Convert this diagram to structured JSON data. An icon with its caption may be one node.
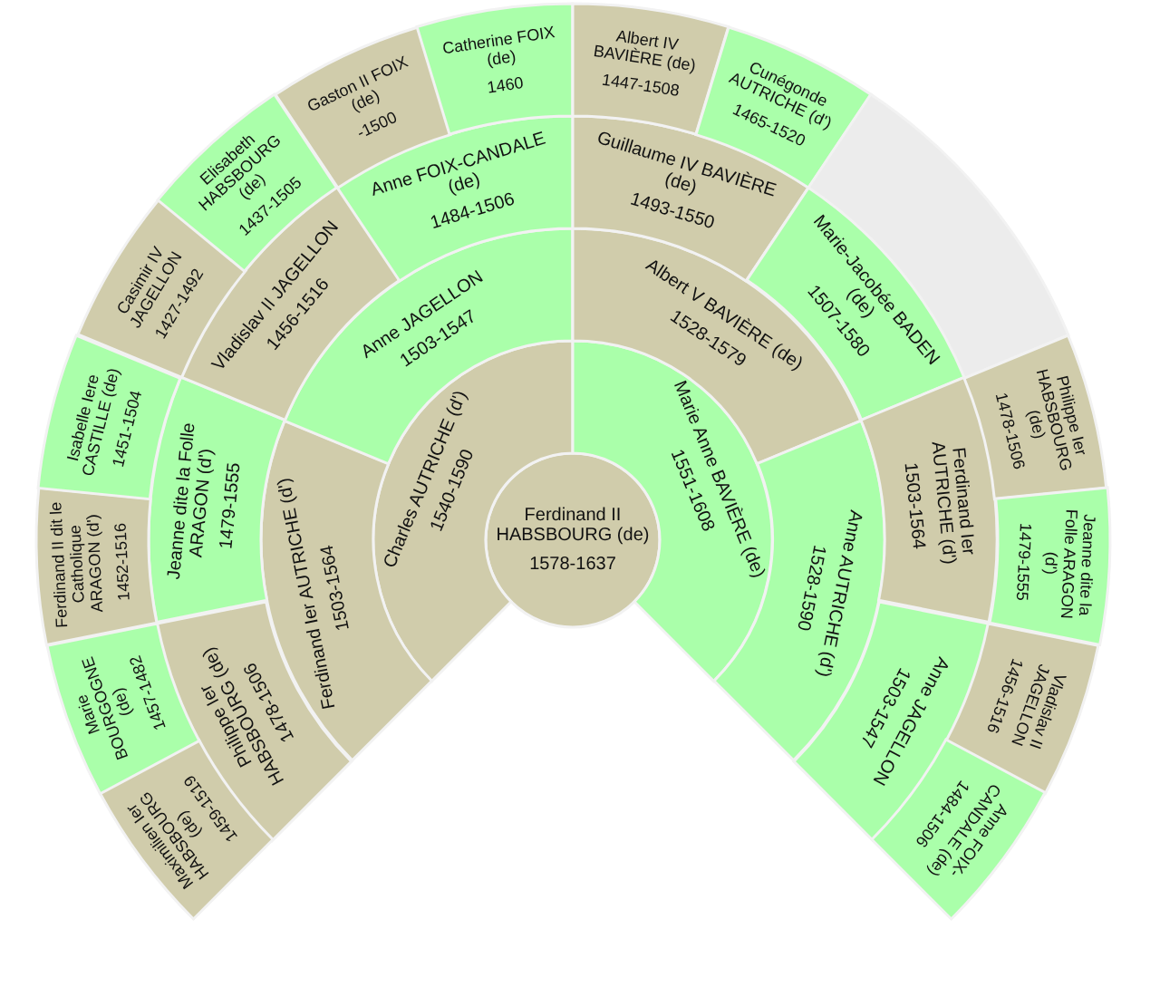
{
  "diagram": {
    "nodes": [
      {
        "text": [
          "Ferdinand II HABSBOURG (de)",
          "1578-1637"
        ]
      },
      {
        "text": [
          "Charles AUTRICHE (d')",
          "1540-1590"
        ]
      },
      {
        "text": [
          "Marie Anne BAVIÈRE (de)",
          "1551-1608"
        ]
      },
      {
        "text": [
          "Ferdinand Ier AUTRICHE (d')",
          "1503-1564"
        ]
      },
      {
        "text": [
          "Anne JAGELLON",
          "1503-1547"
        ]
      },
      {
        "text": [
          "Albert V BAVIÈRE (de)",
          "1528-1579"
        ]
      },
      {
        "text": [
          "Anne AUTRICHE (d')",
          "1528-1590"
        ]
      },
      {
        "text": [
          "Philippe Ier HABSBOURG (de)",
          "1478-1506"
        ]
      },
      {
        "text": [
          "Jeanne dite la Folle ARAGON (d')",
          "1479-1555"
        ]
      },
      {
        "text": [
          "Vladislav II JAGELLON",
          "1456-1516"
        ]
      },
      {
        "text": [
          "Anne FOIX-CANDALE (de)",
          "1484-1506"
        ]
      },
      {
        "text": [
          "Guillaume IV BAVIÈRE (de)",
          "1493-1550"
        ]
      },
      {
        "text": [
          "Marie-Jacobée BADEN (de)",
          "1507-1580"
        ]
      },
      {
        "text": [
          "Ferdinand Ier AUTRICHE (d')",
          "1503-1564"
        ]
      },
      {
        "text": [
          "Anne JAGELLON",
          "1503-1547"
        ]
      },
      {
        "text": [
          "Maximilien Ier HABSBOURG (de)",
          "1459-1519"
        ]
      },
      {
        "text": [
          "Marie BOURGOGNE (de)",
          "1457-1482"
        ]
      },
      {
        "text": [
          "Ferdinand II dit le Catholique ARAGON (d')",
          "1452-1516"
        ]
      },
      {
        "text": [
          "Isabelle Iere CASTILLE (de)",
          "1451-1504"
        ]
      },
      {
        "text": [
          "Casimir IV JAGELLON",
          "1427-1492"
        ]
      },
      {
        "text": [
          "Elisabeth HABSBOURG (de)",
          "1437-1505"
        ]
      },
      {
        "text": [
          "Gaston II FOIX (de)",
          "-1500"
        ]
      },
      {
        "text": [
          "Catherine FOIX (de)",
          "1460"
        ]
      },
      {
        "text": [
          "Albert IV BAVIÈRE (de)",
          "1447-1508"
        ]
      },
      {
        "text": [
          "Cunégonde AUTRICHE (d')",
          "1465-1520"
        ]
      },
      {
        "text": [],
        "shape": "band"
      },
      {
        "text": [
          "Philippe Ier HABSBOURG (de)",
          "1478-1506"
        ]
      },
      {
        "text": [
          "Jeanne dite la Folle ARAGON (d')",
          "1479-1555"
        ]
      },
      {
        "text": [
          "Vladislav II JAGELLON",
          "1456-1516"
        ]
      },
      {
        "text": [
          "Anne FOIX-CANDALE (de)",
          "1484-1506"
        ]
      }
    ]
  }
}
